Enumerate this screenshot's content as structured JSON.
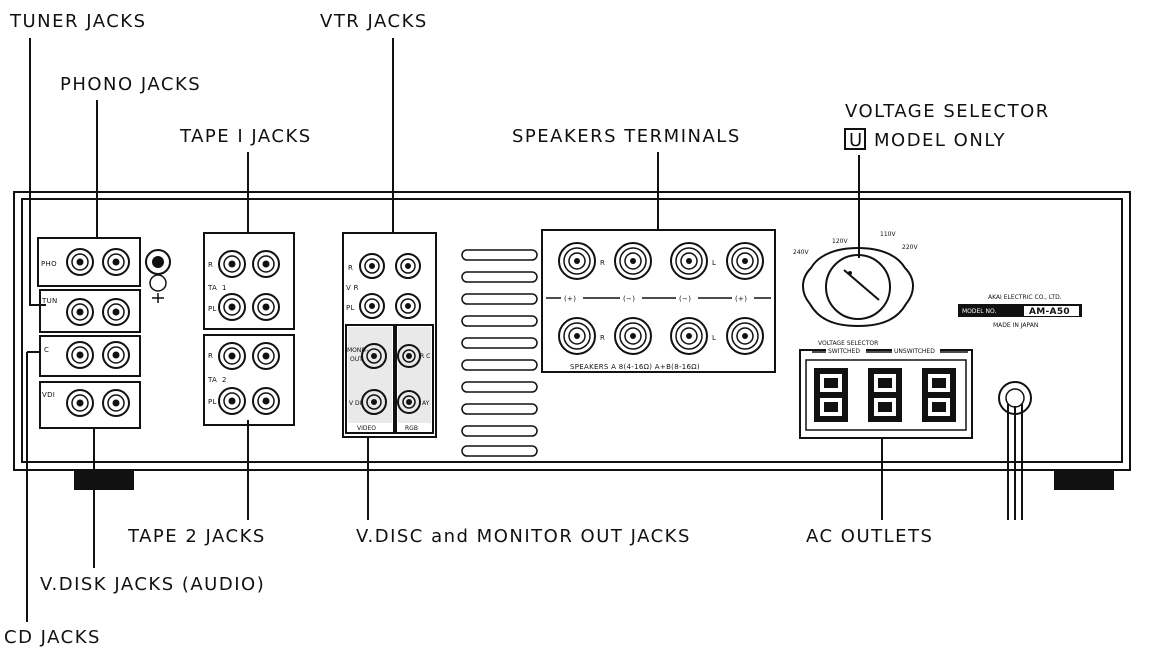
{
  "callouts": {
    "tuner_jacks": "TUNER JACKS",
    "phono_jacks": "PHONO JACKS",
    "tape1_jacks": "TAPE I JACKS",
    "vtr_jacks": "VTR JACKS",
    "speakers_terminals": "SPEAKERS TERMINALS",
    "voltage_selector_line1": "VOLTAGE SELECTOR",
    "voltage_selector_badge": "U",
    "voltage_selector_line2": "MODEL ONLY",
    "tape2_jacks": "TAPE 2 JACKS",
    "vdisc_monitor_jacks": "V.DISC and MONITOR OUT JACKS",
    "ac_outlets": "AC OUTLETS",
    "vdisk_audio_jacks": "V.DISK JACKS (AUDIO)",
    "cd_jacks": "CD JACKS"
  },
  "panel": {
    "phono": "PHO",
    "tuner": "TUN",
    "cd": "C",
    "vdisk": "VDI",
    "tape1_r": "R",
    "tape1_tag": "TA",
    "tape1_num": "1",
    "tape1_l": "PL",
    "tape2_r": "R",
    "tape2_tag": "TA",
    "tape2_num": "2",
    "tape2_l": "PL",
    "vtr_r": "R",
    "vtr_v": "V R",
    "vtr_l": "PL",
    "monitor": "MONIT-",
    "monitor_out": "OUT",
    "vdisc": "V DI",
    "rec": "R C",
    "play": "AY",
    "video_tag": "VIDEO",
    "rgb_tag": "RGB",
    "spk_r_top": "R",
    "spk_l_top": "L",
    "spk_r_bot": "R",
    "spk_l_bot": "L",
    "spk_pol_1": "(+)",
    "spk_pol_2": "(−)",
    "spk_pol_3": "(−)",
    "spk_pol_4": "(+)",
    "speakers_label": "SPEAKERS  A 8(4-16Ω)  A+B(8-16Ω)",
    "volt_120": "120V",
    "volt_110": "110V",
    "volt_240": "240V",
    "volt_220": "220V",
    "voltage_selector_caption": "VOLTAGE SELECTOR",
    "maker": "AKAI ELECTRIC CO., LTD.",
    "model_label": "MODEL NO.",
    "model": "AM-A50",
    "made_in": "MADE IN JAPAN",
    "switched": "SWITCHED",
    "unswitched": "UNSWITCHED"
  },
  "colors": {
    "ink": "#111111",
    "background": "#ffffff"
  }
}
